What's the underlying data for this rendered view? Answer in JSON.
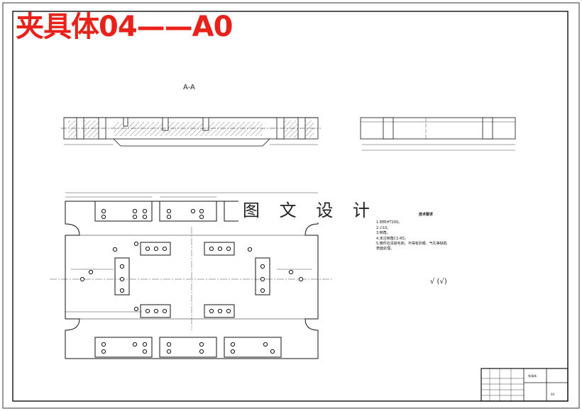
{
  "title": "夹具体04——A0",
  "watermark": "图 文 设 计",
  "section_label": "A-A",
  "notes": {
    "heading": "技术要求",
    "items": [
      "1.材料HT200。",
      "2.∅10。",
      "3.倒角。",
      "4.未注倒角C1-R5。",
      "5.铸件应清除毛刺，不得有砂眼、气孔等缺陷"
    ],
    "tail": "表面处理。"
  },
  "roughness": "√ (√)",
  "title_block": {
    "part_name": "夹具体",
    "drawing_no": "04"
  },
  "colors": {
    "title": "#e8221a",
    "line": "#111111"
  }
}
